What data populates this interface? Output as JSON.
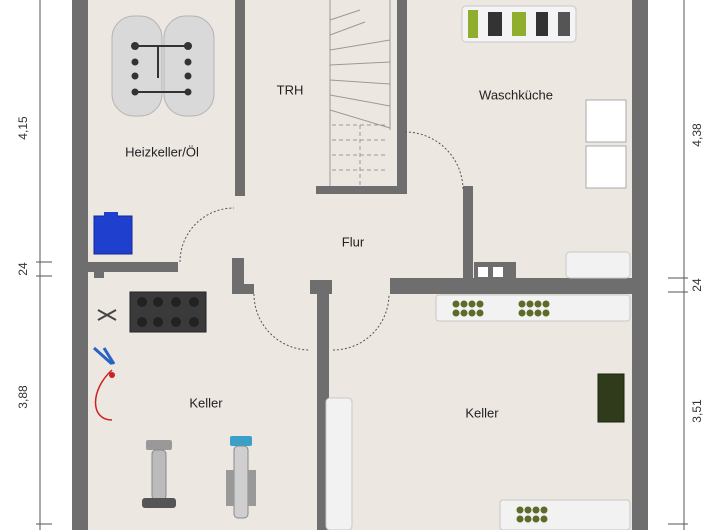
{
  "rooms": {
    "heizkeller": "Heizkeller/Öl",
    "trh": "TRH",
    "waschkueche": "Waschküche",
    "flur": "Flur",
    "keller_left": "Keller",
    "keller_right": "Keller"
  },
  "dimensions": {
    "left_upper": "4,15",
    "left_mid": "24",
    "left_lower": "3,88",
    "right_upper": "4,38",
    "right_mid": "24",
    "right_lower": "3,51"
  },
  "colors": {
    "wall": "#6e6e6e",
    "floor": "#ece7e1",
    "tank_blue": "#1f3fcf"
  },
  "icons": {
    "oil_tanks": "oil-tank-icon",
    "boiler": "boiler-icon",
    "weights": "dumbbell-rack-icon",
    "bike": "exercise-bike-icon",
    "trainer": "elliptical-trainer-icon",
    "washer": "washing-machine-icon",
    "dryer": "dryer-icon",
    "stairs": "staircase-icon"
  }
}
